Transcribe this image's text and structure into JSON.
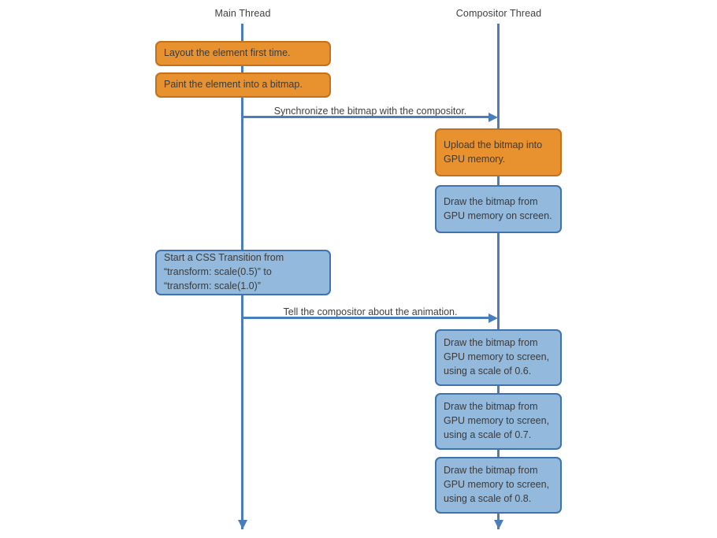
{
  "diagram": {
    "type": "sequence-diagram",
    "background": "#ffffff",
    "colors": {
      "lifeline": "#4a7ebb",
      "arrow": "#4a7ebb",
      "orange_fill": "#e8912f",
      "orange_border": "#c5701a",
      "blue_fill": "#93b9dd",
      "blue_border": "#3f72ae",
      "text": "#404040"
    },
    "lanes": [
      {
        "id": "main",
        "title": "Main Thread"
      },
      {
        "id": "compositor",
        "title": "Compositor Thread"
      }
    ],
    "messages": [
      {
        "id": "sync",
        "label": "Synchronize the bitmap with the compositor.",
        "from": "main",
        "to": "compositor"
      },
      {
        "id": "tell",
        "label": "Tell the compositor about the animation.",
        "from": "main",
        "to": "compositor"
      }
    ],
    "nodes": [
      {
        "id": "layout",
        "lane": "main",
        "color": "orange",
        "text": "Layout the element first time."
      },
      {
        "id": "paint",
        "lane": "main",
        "color": "orange",
        "text": "Paint the element into a bitmap."
      },
      {
        "id": "upload",
        "lane": "compositor",
        "color": "orange",
        "text": "Upload the bitmap into\nGPU memory."
      },
      {
        "id": "draw-screen",
        "lane": "compositor",
        "color": "blue",
        "text": "Draw the bitmap from\nGPU memory on screen."
      },
      {
        "id": "css-transition",
        "lane": "main",
        "color": "blue",
        "text": "Start a CSS Transition from\n“transform: scale(0.5)” to\n“transform: scale(1.0)”"
      },
      {
        "id": "draw-06",
        "lane": "compositor",
        "color": "blue",
        "text": "Draw the bitmap from\nGPU memory to screen,\nusing a scale of 0.6."
      },
      {
        "id": "draw-07",
        "lane": "compositor",
        "color": "blue",
        "text": "Draw the bitmap from\nGPU memory to screen,\nusing a scale of 0.7."
      },
      {
        "id": "draw-08",
        "lane": "compositor",
        "color": "blue",
        "text": "Draw the bitmap from\nGPU memory to screen,\nusing a scale of 0.8."
      }
    ]
  }
}
